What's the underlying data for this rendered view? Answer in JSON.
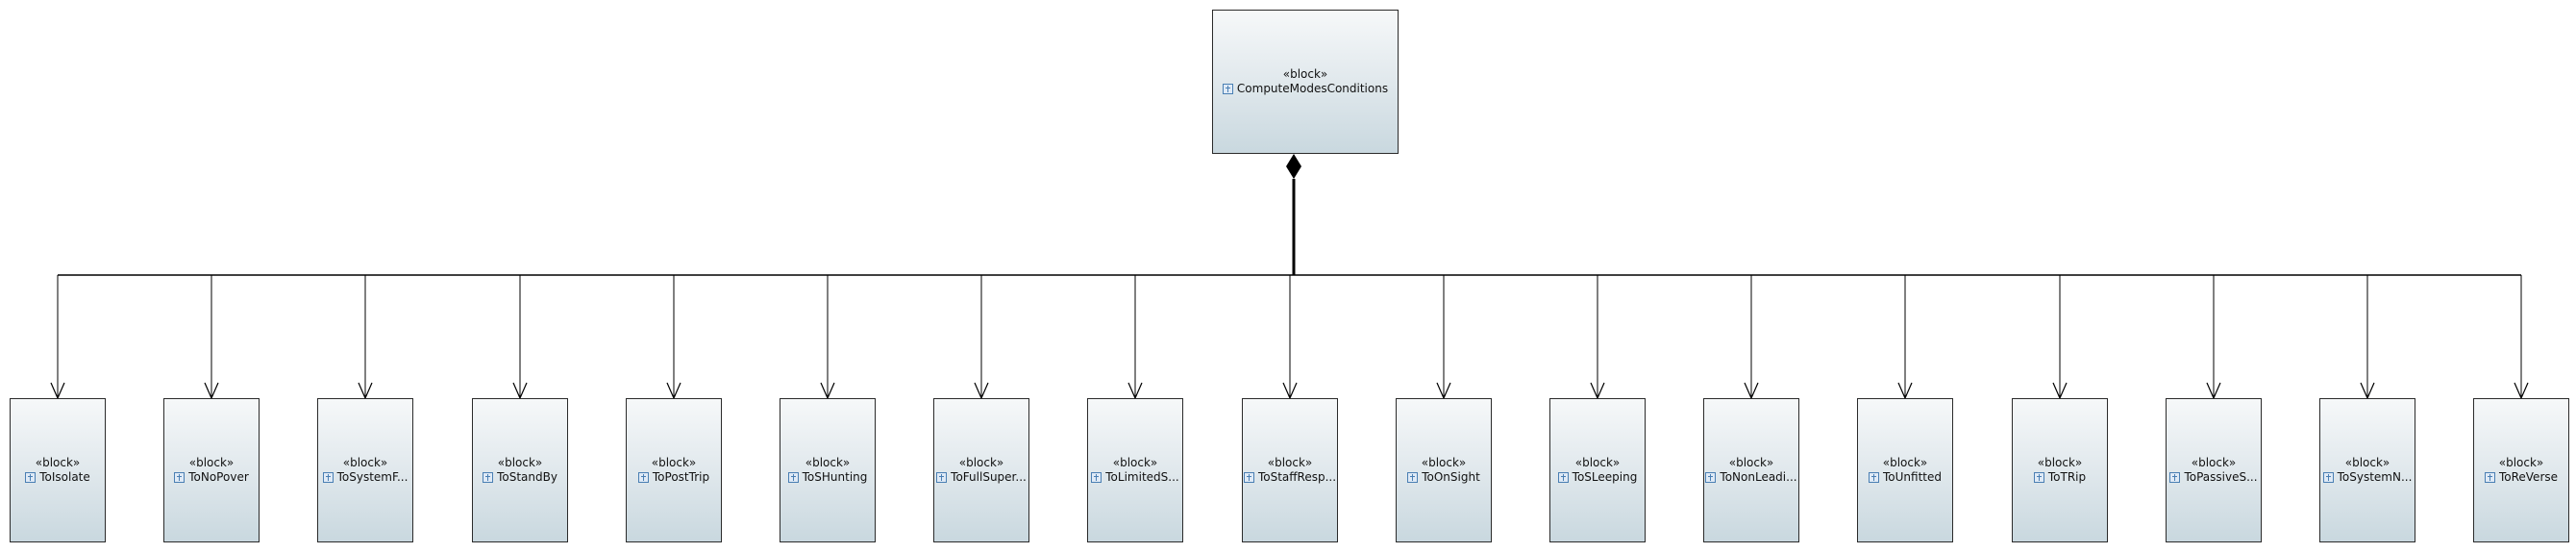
{
  "diagram": {
    "root": {
      "stereotype": "«block»",
      "name": "ComputeModesConditions",
      "icon": "block-icon"
    },
    "composition": {
      "end": "filled-diamond-icon",
      "target_end": "open-arrow-icon"
    },
    "children": [
      {
        "stereotype": "«block»",
        "name": "ToIsolate"
      },
      {
        "stereotype": "«block»",
        "name": "ToNoPover"
      },
      {
        "stereotype": "«block»",
        "name": "ToSystemF..."
      },
      {
        "stereotype": "«block»",
        "name": "ToStandBy"
      },
      {
        "stereotype": "«block»",
        "name": "ToPostTrip"
      },
      {
        "stereotype": "«block»",
        "name": "ToSHunting"
      },
      {
        "stereotype": "«block»",
        "name": "ToFullSuper..."
      },
      {
        "stereotype": "«block»",
        "name": "ToLimitedS..."
      },
      {
        "stereotype": "«block»",
        "name": "ToStaffResp..."
      },
      {
        "stereotype": "«block»",
        "name": "ToOnSight"
      },
      {
        "stereotype": "«block»",
        "name": "ToSLeeping"
      },
      {
        "stereotype": "«block»",
        "name": "ToNonLeadi..."
      },
      {
        "stereotype": "«block»",
        "name": "ToUnfitted"
      },
      {
        "stereotype": "«block»",
        "name": "ToTRip"
      },
      {
        "stereotype": "«block»",
        "name": "ToPassiveS..."
      },
      {
        "stereotype": "«block»",
        "name": "ToSystemN..."
      },
      {
        "stereotype": "«block»",
        "name": "ToReVerse"
      }
    ]
  },
  "colors": {
    "line": "#000000",
    "block_border": "#2b2b2b",
    "block_gradient_top": "#f6f8f9",
    "block_gradient_bottom": "#c9d8df",
    "icon_accent": "#4a7fb3"
  }
}
